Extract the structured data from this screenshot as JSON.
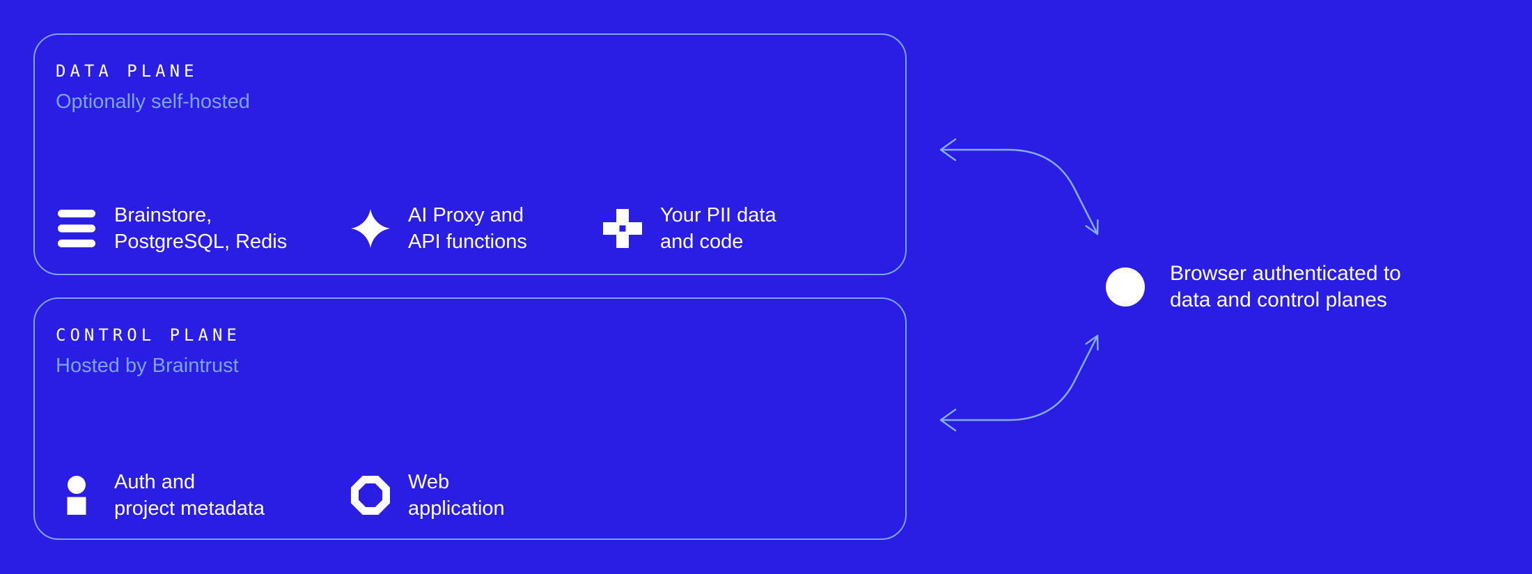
{
  "colors": {
    "background": "#2B1EE4",
    "accent": "#86ACF4",
    "box_border": "#7FA5F0",
    "subtitle": "#7CA4F0",
    "text": "#FFFFFF"
  },
  "data_plane": {
    "title": "DATA PLANE",
    "subtitle": "Optionally self-hosted",
    "items": [
      {
        "icon": "stack-icon",
        "line1": "Brainstore,",
        "line2": "PostgreSQL, Redis"
      },
      {
        "icon": "sparkle-icon",
        "line1": "AI Proxy and",
        "line2": "API functions"
      },
      {
        "icon": "plus-icon",
        "line1": "Your PII data",
        "line2": "and code"
      }
    ]
  },
  "control_plane": {
    "title": "CONTROL PLANE",
    "subtitle": "Hosted by Braintrust",
    "items": [
      {
        "icon": "user-icon",
        "line1": "Auth and",
        "line2": "project metadata"
      },
      {
        "icon": "octagon-icon",
        "line1": "Web",
        "line2": "application"
      }
    ]
  },
  "browser_note": {
    "icon": "circle-icon",
    "line1": "Browser authenticated to",
    "line2": "data and control planes"
  }
}
